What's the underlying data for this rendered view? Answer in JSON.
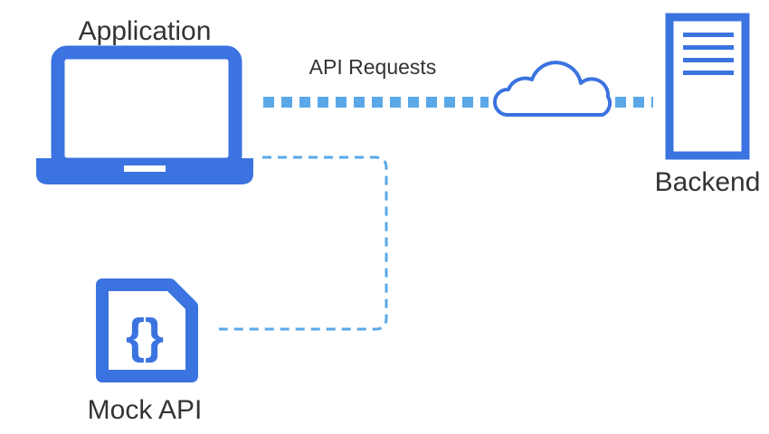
{
  "nodes": {
    "application": {
      "label": "Application",
      "icon": "laptop-icon"
    },
    "backend": {
      "label": "Backend",
      "icon": "server-icon"
    },
    "mock_api": {
      "label": "Mock API",
      "icon": "json-file-icon",
      "glyph": "{}"
    },
    "cloud": {
      "icon": "cloud-icon"
    }
  },
  "edges": {
    "api_requests": {
      "label": "API Requests",
      "style": "dotted",
      "from": "application",
      "to": "backend",
      "via": "cloud"
    },
    "mock_link": {
      "style": "dashed",
      "from": "application",
      "to": "mock_api"
    }
  },
  "colors": {
    "primary": "#3b73e0",
    "connector": "#5aa8e8",
    "text": "#333333"
  }
}
